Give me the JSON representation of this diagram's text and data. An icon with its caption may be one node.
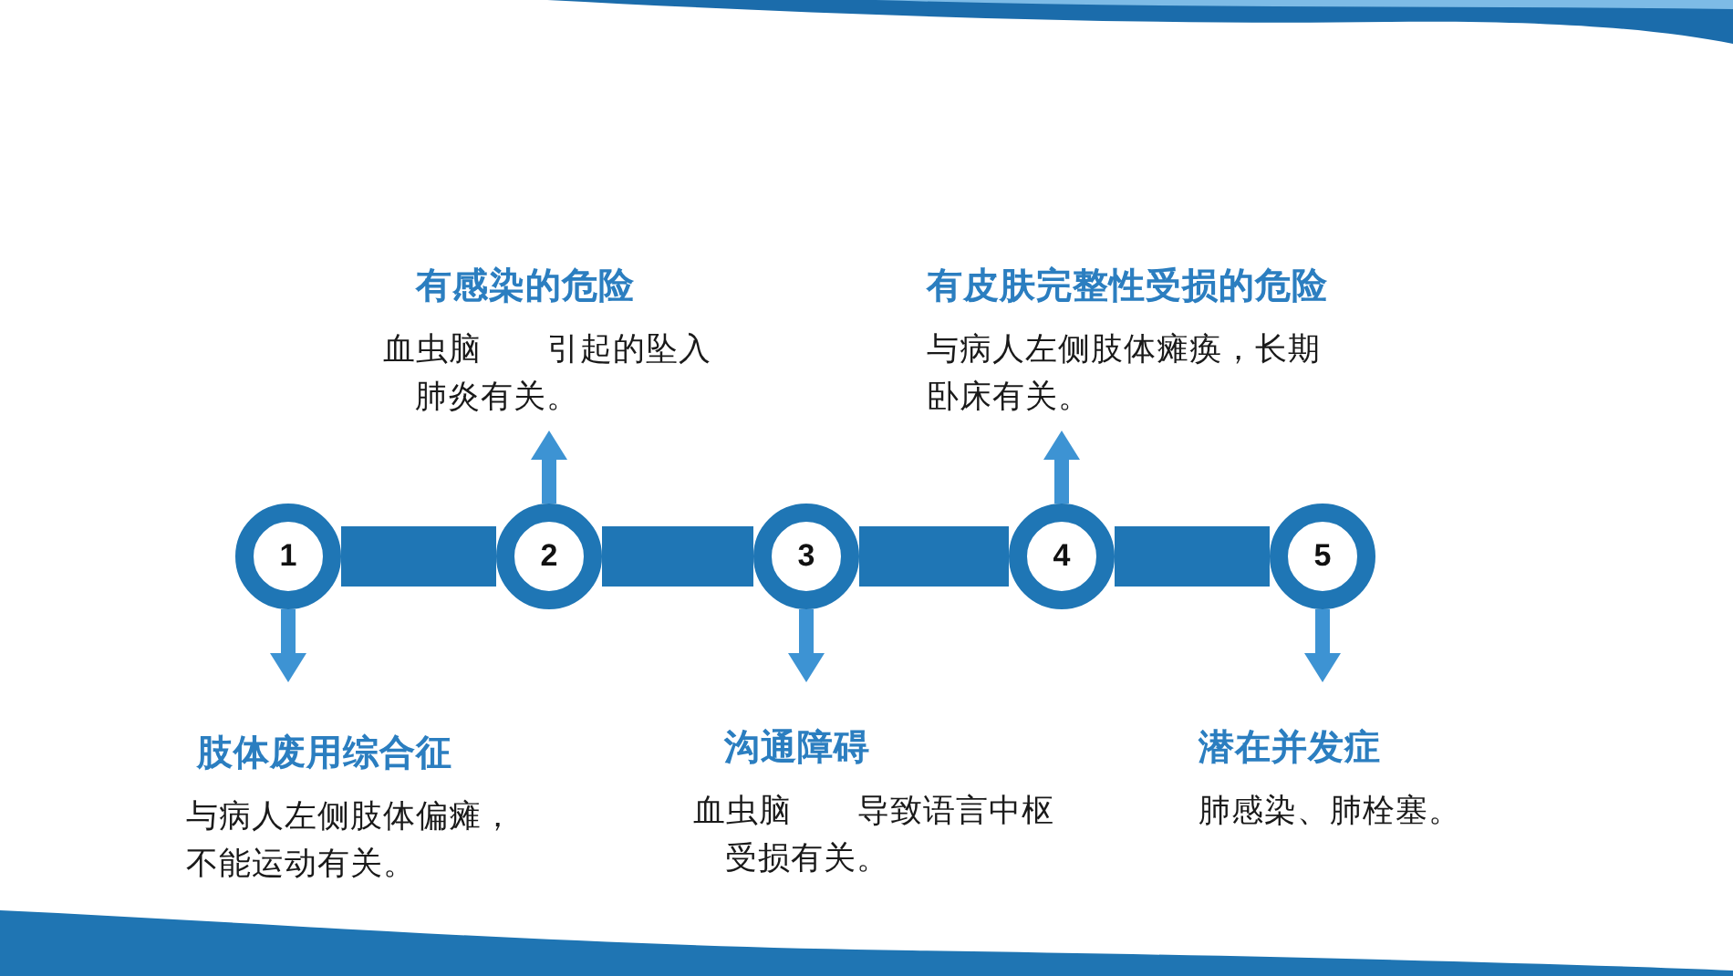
{
  "diagram": {
    "nodes": [
      {
        "text": [
          "1"
        ]
      },
      {
        "text": [
          "2"
        ]
      },
      {
        "text": [
          "3"
        ]
      },
      {
        "text": [
          "4"
        ]
      },
      {
        "text": [
          "5"
        ]
      },
      {
        "text": [
          "肢体废用综合征",
          "与病人左侧肢体偏瘫，不能运动有关。"
        ]
      },
      {
        "text": [
          "有感染的危险",
          "血虫脑　　引起的坠入肺炎有关。"
        ]
      },
      {
        "text": [
          "沟通障碍",
          "血虫脑　　导致语言中枢受损有关。"
        ]
      },
      {
        "text": [
          "有皮肤完整性受损的危险",
          "与病人左侧肢体瘫痪，长期卧床有关。"
        ]
      },
      {
        "text": [
          "潜在并发症",
          "肺感染、肺栓塞。"
        ]
      }
    ],
    "edges": [
      {
        "from": 0,
        "to": 1,
        "arrow": "none",
        "style": "thick",
        "color": "#1f76b5"
      },
      {
        "from": 1,
        "to": 2,
        "arrow": "none",
        "style": "thick",
        "color": "#1f76b5"
      },
      {
        "from": 2,
        "to": 3,
        "arrow": "none",
        "style": "thick",
        "color": "#1f76b5"
      },
      {
        "from": 3,
        "to": 4,
        "arrow": "none",
        "style": "thick",
        "color": "#1f76b5"
      },
      {
        "from": 0,
        "to": 5,
        "arrow": "to"
      },
      {
        "from": 1,
        "to": 6,
        "arrow": "to"
      },
      {
        "from": 2,
        "to": 7,
        "arrow": "to"
      },
      {
        "from": 3,
        "to": 8,
        "arrow": "to"
      },
      {
        "from": 4,
        "to": 9,
        "arrow": "to"
      }
    ]
  }
}
